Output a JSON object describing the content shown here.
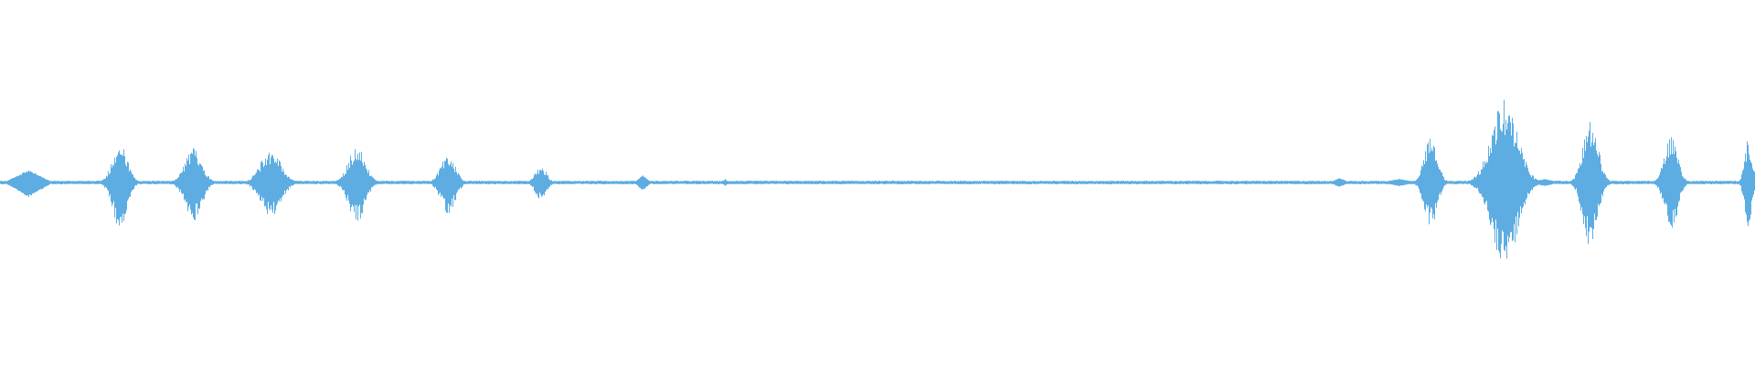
{
  "waveform": {
    "color": "#5dade2",
    "background": "#ffffff",
    "baseline_amplitude": 0.006,
    "noise_amplitude": 0.004,
    "bursts": [
      {
        "center": 0.016,
        "width": 0.014,
        "peak_up": 0.07,
        "peak_down": 0.08,
        "shape": "diamond"
      },
      {
        "center": 0.068,
        "width": 0.008,
        "peak_up": 0.22,
        "peak_down": 0.25,
        "shape": "spiky"
      },
      {
        "center": 0.11,
        "width": 0.009,
        "peak_up": 0.19,
        "peak_down": 0.22,
        "shape": "spiky"
      },
      {
        "center": 0.154,
        "width": 0.011,
        "peak_up": 0.18,
        "peak_down": 0.19,
        "shape": "spiky"
      },
      {
        "center": 0.203,
        "width": 0.009,
        "peak_up": 0.2,
        "peak_down": 0.22,
        "shape": "spiky"
      },
      {
        "center": 0.255,
        "width": 0.008,
        "peak_up": 0.15,
        "peak_down": 0.17,
        "shape": "spiky"
      },
      {
        "center": 0.308,
        "width": 0.006,
        "peak_up": 0.09,
        "peak_down": 0.1,
        "shape": "spiky"
      },
      {
        "center": 0.366,
        "width": 0.005,
        "peak_up": 0.04,
        "peak_down": 0.045,
        "shape": "diamond"
      },
      {
        "center": 0.413,
        "width": 0.002,
        "peak_up": 0.02,
        "peak_down": 0.02,
        "shape": "diamond"
      },
      {
        "center": 0.763,
        "width": 0.006,
        "peak_up": 0.025,
        "peak_down": 0.025,
        "shape": "diamond"
      },
      {
        "center": 0.797,
        "width": 0.011,
        "peak_up": 0.02,
        "peak_down": 0.02,
        "shape": "flat"
      },
      {
        "center": 0.815,
        "width": 0.007,
        "peak_up": 0.26,
        "peak_down": 0.24,
        "shape": "spiky"
      },
      {
        "center": 0.857,
        "width": 0.014,
        "peak_up": 0.46,
        "peak_down": 0.46,
        "shape": "spiky"
      },
      {
        "center": 0.88,
        "width": 0.009,
        "peak_up": 0.02,
        "peak_down": 0.02,
        "shape": "flat"
      },
      {
        "center": 0.906,
        "width": 0.008,
        "peak_up": 0.35,
        "peak_down": 0.36,
        "shape": "spiky"
      },
      {
        "center": 0.952,
        "width": 0.007,
        "peak_up": 0.26,
        "peak_down": 0.27,
        "shape": "spiky"
      },
      {
        "center": 0.996,
        "width": 0.004,
        "peak_up": 0.24,
        "peak_down": 0.25,
        "shape": "spiky"
      }
    ]
  }
}
